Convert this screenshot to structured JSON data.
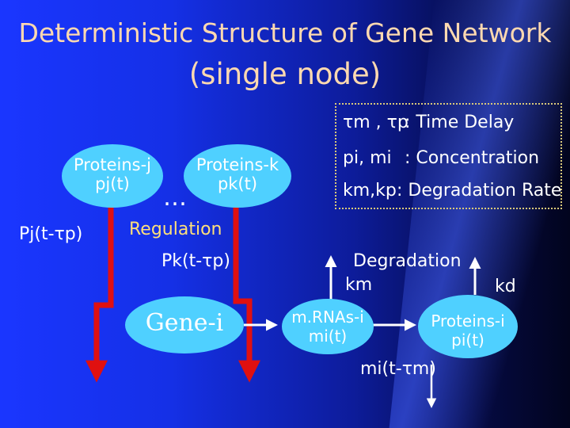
{
  "title": {
    "line1": "Deterministic Structure of Gene Network",
    "line2": "(single node)"
  },
  "legend": {
    "delay_symbols": "τm , τp",
    "delay_desc": ":  Time Delay",
    "conc_symbols": "pi, mi",
    "conc_desc": ":  Concentration",
    "deg_symbols": "km,kp",
    "deg_desc": ":  Degradation Rate"
  },
  "nodes": {
    "proteins_j": {
      "name": "Proteins-j",
      "var": "pj(t)"
    },
    "proteins_k": {
      "name": "Proteins-k",
      "var": "pk(t)"
    },
    "gene_i": {
      "name": "Gene-i"
    },
    "mrna_i": {
      "name": "m.RNAs-i",
      "var": "mi(t)"
    },
    "proteins_i": {
      "name": "Proteins-i",
      "var": "pi(t)"
    }
  },
  "labels": {
    "ellipsis": "…",
    "pj_delay": "Pj(t-τp)",
    "regulation": "Regulation",
    "pk_delay": "Pk(t-τp)",
    "degradation": "Degradation",
    "km": "km",
    "kd": "kd",
    "mi_delay": "mi(t-τm)"
  },
  "colors": {
    "title": "#ffd9b0",
    "node_fill": "#4fd0ff",
    "arrow_red": "#e01010",
    "legend_border": "#d9c87a",
    "regulation_text": "#ffe07a"
  }
}
